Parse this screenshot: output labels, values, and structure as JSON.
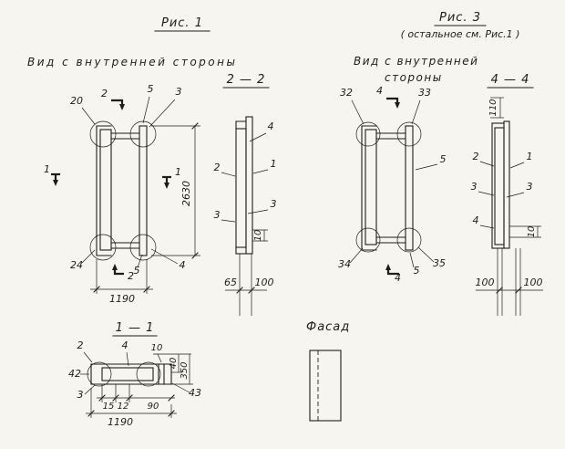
{
  "page": {
    "background": "#f7f5f0",
    "ink": "#1f1d1a"
  },
  "fig1": {
    "title": "Рис. 1",
    "subtitle": "Вид с внутренней стороны",
    "callout_20": "20",
    "callout_24": "24",
    "label_4": "4",
    "label_5_top": "5",
    "label_3_top": "3",
    "label_5_bottom": "5",
    "mark_2_top": "2",
    "mark_2_bottom": "2",
    "mark_1_left": "1",
    "mark_1_right": "1",
    "dim_height": "2630",
    "dim_width": "1190"
  },
  "section22": {
    "title": "2 — 2",
    "label_4": "4",
    "label_2": "2",
    "label_1": "1",
    "label_3_right": "3",
    "label_3_left": "3",
    "dim_10": "10",
    "dim_65": "65",
    "dim_100": "100"
  },
  "fig3": {
    "title": "Рис. 3",
    "note": "( остальное см. Рис.1 )",
    "subtitle_line1": "Вид с внутренней",
    "subtitle_line2": "стороны",
    "callout_32": "32",
    "callout_33": "33",
    "callout_34": "34",
    "callout_35": "35",
    "label_5_right": "5",
    "label_5_bottom": "5",
    "mark_4_top": "4",
    "mark_4_bottom": "4"
  },
  "section44": {
    "title": "4 — 4",
    "dim_110": "110",
    "label_2": "2",
    "label_1": "1",
    "label_3_left": "3",
    "label_3_right": "3",
    "label_4": "4",
    "dim_10": "10",
    "dim_100_left": "100",
    "dim_100_right": "100"
  },
  "section11": {
    "title": "1 — 1",
    "label_2": "2",
    "label_4": "4",
    "label_10": "10",
    "dim_40": "40",
    "dim_350": "350",
    "callout_42": "42",
    "callout_43": "43",
    "label_3": "3",
    "dim_15": "15",
    "dim_12": "12",
    "dim_90": "90",
    "dim_width": "1190"
  },
  "fasad": {
    "title": "Фасад"
  }
}
